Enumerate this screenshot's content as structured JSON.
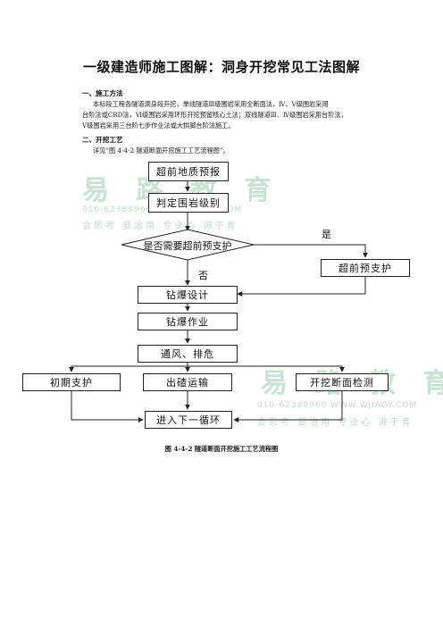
{
  "document": {
    "title": "一级建造师施工图解：洞身开挖常见工法图解",
    "section1_heading": "一、施工方法",
    "section1_lines": [
      "本标段工程各隧道洞身段开挖，单线隧道Ⅲ级围岩采用全断面法，Ⅳ、Ⅴ级围岩采用",
      "台阶法或CRD法，Ⅵ级围岩采用环形开挖预留核心土法；双线隧道Ⅲ、Ⅳ级围岩采用台阶法，",
      "Ⅴ级围岩采用三台阶七步作业法或大拱脚台阶法施工。"
    ],
    "section2_heading": "二、开挖工艺",
    "section2_line": "详见“图 4-4-2 隧道断面开挖施工工艺流程图”。",
    "caption": "图 4-4-2 隧道断面开挖施工工艺流程图"
  },
  "flowchart": {
    "steps": {
      "forecast": "超前地质预报",
      "classify": "判定围岩级别",
      "decision": "是否需要超前预支护",
      "yes": "是",
      "no": "否",
      "pre_support": "超前预支护",
      "blast_design": "钻爆设计",
      "blast_work": "钻爆作业",
      "ventilation": "通风、排危",
      "initial_support": "初期支护",
      "mucking": "出碴运输",
      "inspection": "开挖断面检测",
      "next_cycle": "进入下一循环"
    }
  },
  "watermark": {
    "brand": "易 路 教 育",
    "phone_url": "010-62389960  WWW.WJIAOY.COM",
    "slogan": "会思考 要治用 专业心 源于育"
  }
}
